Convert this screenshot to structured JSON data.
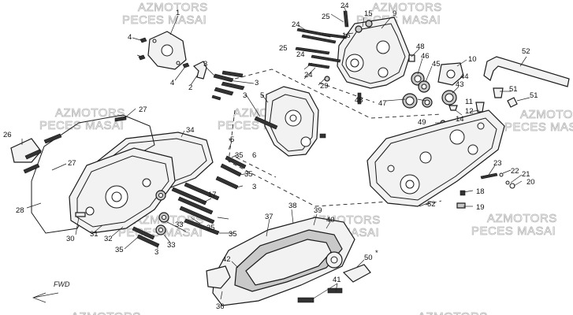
{
  "watermark": {
    "line1": "AZMOTORS",
    "line2": "PECES MASAI"
  },
  "direction_label": "FWD",
  "callouts": {
    "n1": "1",
    "n2": "2",
    "n3": "3",
    "n4": "4",
    "n5": "5",
    "n6": "6",
    "n9": "9",
    "n10": "10",
    "n11": "11",
    "n12": "12",
    "n14": "14",
    "n15": "15",
    "n16": "16",
    "n17": "17",
    "n18": "18",
    "n19": "19",
    "n20": "20",
    "n21": "21",
    "n22": "22",
    "n23": "23",
    "n24": "24",
    "n25": "25",
    "n26": "26",
    "n27": "27",
    "n28": "28",
    "n29": "29",
    "n30": "30",
    "n31": "31",
    "n32": "32",
    "n33": "33",
    "n34": "34",
    "n35": "35",
    "n36": "36",
    "n37": "37",
    "n38": "38",
    "n39": "39",
    "n40": "40",
    "n41": "41",
    "n42": "42",
    "n43": "43",
    "n44": "44",
    "n45": "45",
    "n46": "46",
    "n47": "47",
    "n48": "48",
    "n49": "49",
    "n50": "50",
    "n51": "51",
    "n52": "52",
    "star": "*"
  }
}
